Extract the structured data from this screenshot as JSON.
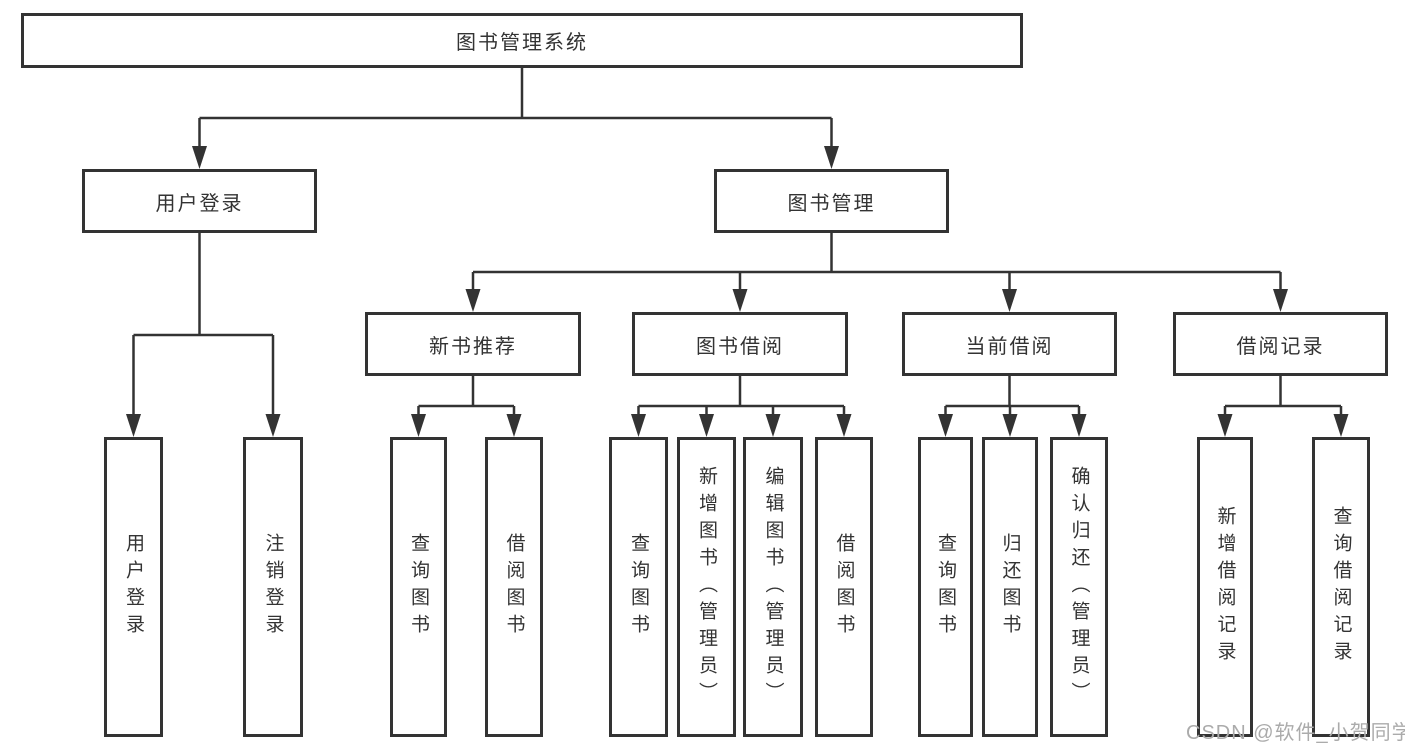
{
  "diagram": {
    "root": "图书管理系统",
    "branches": [
      {
        "label": "用户登录",
        "children": [
          "用户登录",
          "注销登录"
        ]
      },
      {
        "label": "图书管理",
        "groups": [
          {
            "label": "新书推荐",
            "children": [
              "查询图书",
              "借阅图书"
            ]
          },
          {
            "label": "图书借阅",
            "children": [
              "查询图书",
              "新增图书（管理员）",
              "编辑图书（管理员）",
              "借阅图书"
            ]
          },
          {
            "label": "当前借阅",
            "children": [
              "查询图书",
              "归还图书",
              "确认归还（管理员）"
            ]
          },
          {
            "label": "借阅记录",
            "children": [
              "新增借阅记录",
              "查询借阅记录"
            ]
          }
        ]
      }
    ]
  },
  "watermark": {
    "text": "CSDN @软件_小贺同学"
  },
  "colors": {
    "line": "#333333",
    "text": "#333333",
    "background": "#ffffff",
    "watermark": "#ababab"
  }
}
